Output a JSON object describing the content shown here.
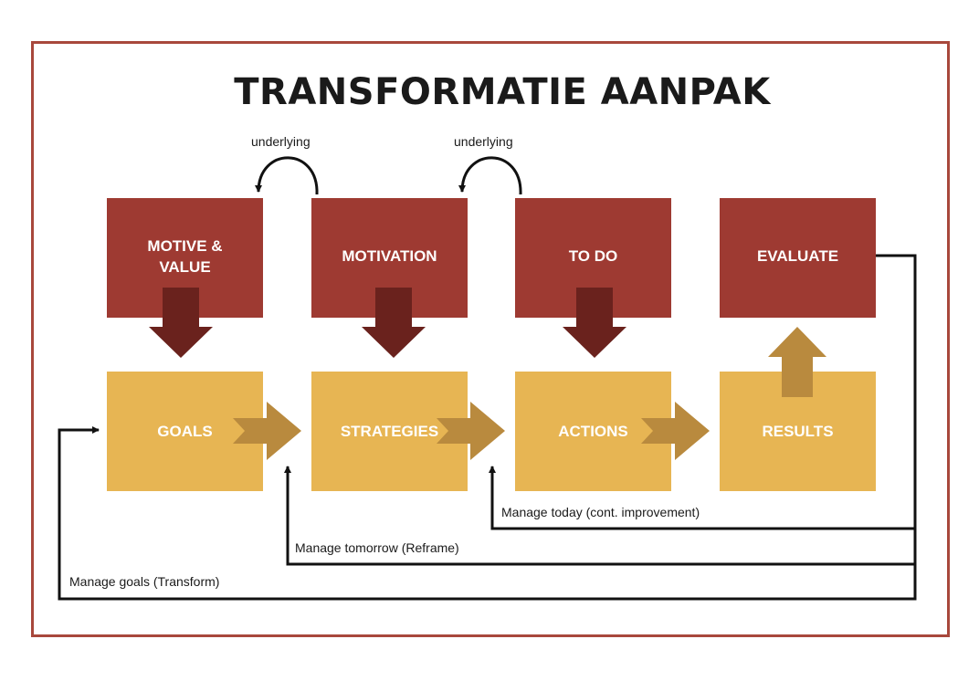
{
  "title": "TRANSFORMATIE AANPAK",
  "colors": {
    "frame": "#a8483c",
    "top_box": "#9e3a32",
    "bottom_box": "#e7b553",
    "down_arrow": "#6a221d",
    "side_arrow": "#b98a3e"
  },
  "top_row": [
    {
      "line1": "MOTIVE &",
      "line2": "VALUE"
    },
    {
      "line1": "MOTIVATION",
      "line2": ""
    },
    {
      "line1": "TO DO",
      "line2": ""
    },
    {
      "line1": "EVALUATE",
      "line2": ""
    }
  ],
  "bottom_row": [
    "GOALS",
    "STRATEGIES",
    "ACTIONS",
    "RESULTS"
  ],
  "loop_labels": [
    "underlying",
    "underlying"
  ],
  "feedback_labels": {
    "today": "Manage today (cont. improvement)",
    "tomorrow": "Manage tomorrow (Reframe)",
    "goals": "Manage goals (Transform)"
  }
}
